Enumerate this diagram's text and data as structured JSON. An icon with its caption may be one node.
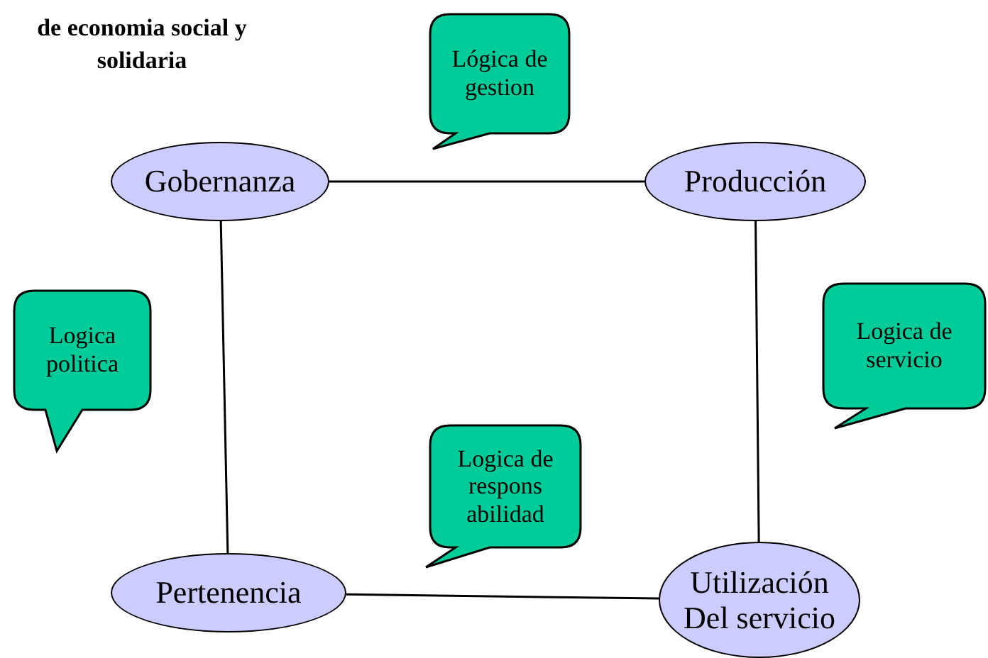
{
  "diagram": {
    "title": "de economia social y solidaria",
    "nodes": [
      {
        "text": [
          "Gobernanza"
        ]
      },
      {
        "text": [
          "Producción"
        ]
      },
      {
        "text": [
          "Pertenencia"
        ]
      },
      {
        "text": [
          "Utilización Del servicio"
        ]
      },
      {
        "text": [
          "Lógica de gestion"
        ]
      },
      {
        "text": [
          "Logica politica"
        ]
      },
      {
        "text": [
          "Logica de servicio"
        ]
      },
      {
        "text": [
          "Logica de respons abilidad"
        ]
      }
    ],
    "edges": [
      {
        "from": 0,
        "to": 1,
        "arrow": "none"
      },
      {
        "from": 0,
        "to": 2,
        "arrow": "none"
      },
      {
        "from": 1,
        "to": 3,
        "arrow": "none"
      },
      {
        "from": 2,
        "to": 3,
        "arrow": "none"
      }
    ]
  }
}
